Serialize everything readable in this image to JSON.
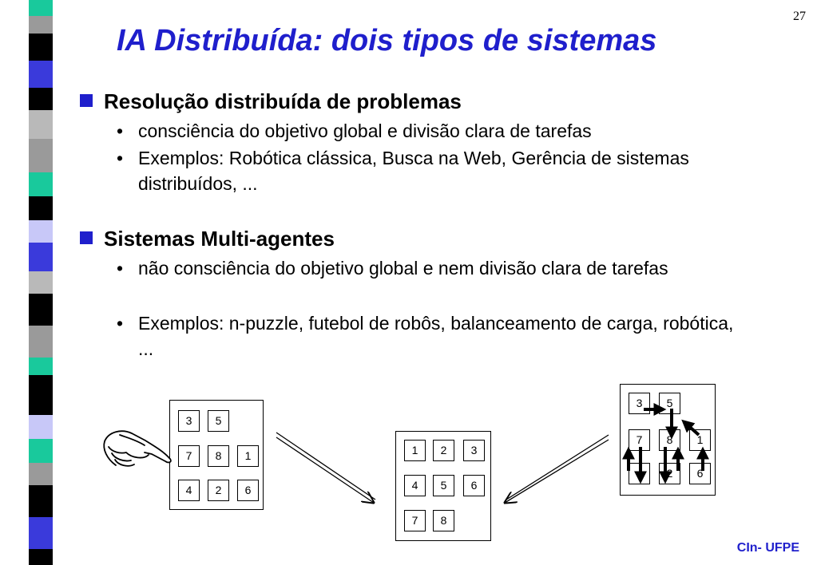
{
  "slide_number": "27",
  "title": "IA Distribuída: dois tipos de sistemas",
  "sections": [
    {
      "heading": "Resolução distribuída de problemas",
      "items": [
        "consciência do objetivo global e divisão clara de tarefas",
        "Exemplos: Robótica clássica, Busca na Web, Gerência de sistemas distribuídos, ..."
      ]
    },
    {
      "heading": "Sistemas Multi-agentes",
      "items": [
        "não consciência do objetivo global e nem divisão clara de tarefas",
        "Exemplos: n-puzzle, futebol de robôs, balanceamento de carga, robótica, ..."
      ]
    }
  ],
  "puzzles": {
    "left": [
      "3",
      "5",
      "7",
      "8",
      "1",
      "4",
      "2",
      "6"
    ],
    "center": [
      "1",
      "2",
      "3",
      "4",
      "5",
      "6",
      "7",
      "8"
    ],
    "right": [
      "3",
      "5",
      "7",
      "8",
      "1",
      "4",
      "2",
      "6"
    ]
  },
  "icons": [
    "pointing-hand-icon",
    "arrow-icon"
  ],
  "colors": {
    "accent": "#1f1fcc",
    "stripe_teal": "#19c99c",
    "stripe_blue": "#3a3adb"
  },
  "footer": "CIn- UFPE"
}
